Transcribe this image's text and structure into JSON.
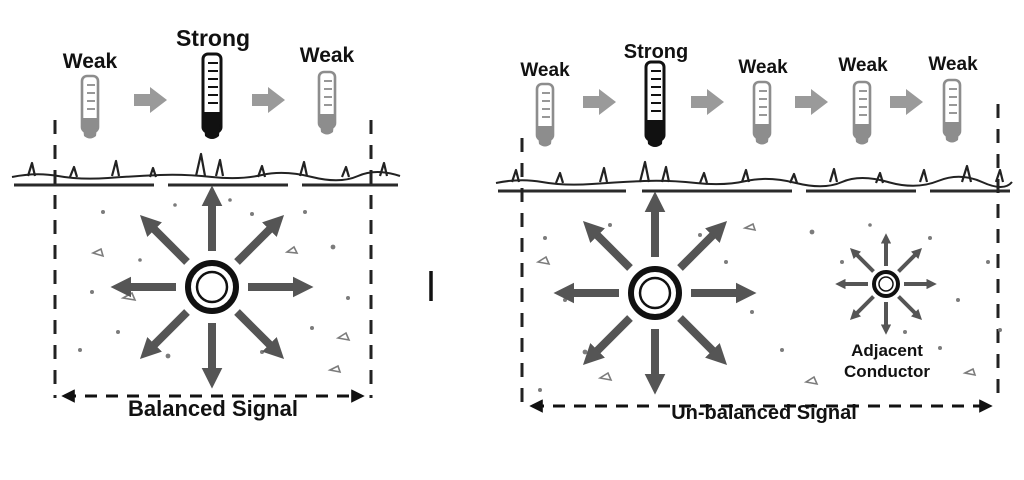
{
  "figure": {
    "left": {
      "meters": [
        {
          "label": "Weak",
          "level": "weak"
        },
        {
          "label": "Strong",
          "level": "strong"
        },
        {
          "label": "Weak",
          "level": "weak"
        }
      ],
      "caption": "Balanced Signal"
    },
    "right": {
      "meters": [
        {
          "label": "Weak",
          "level": "weak"
        },
        {
          "label": "Strong",
          "level": "strong"
        },
        {
          "label": "Weak",
          "level": "weak"
        },
        {
          "label": "Weak",
          "level": "weak"
        },
        {
          "label": "Weak",
          "level": "weak"
        }
      ],
      "adjacent_conductor": {
        "line1": "Adjacent",
        "line2": "Conductor"
      },
      "caption": "Un-balanced Signal"
    },
    "colors": {
      "ink": "#111111",
      "meter_weak": "#8d8d8d",
      "block_arrow": "#9a9a9a",
      "radial_arrow": "#555555",
      "background": "#ffffff"
    }
  }
}
